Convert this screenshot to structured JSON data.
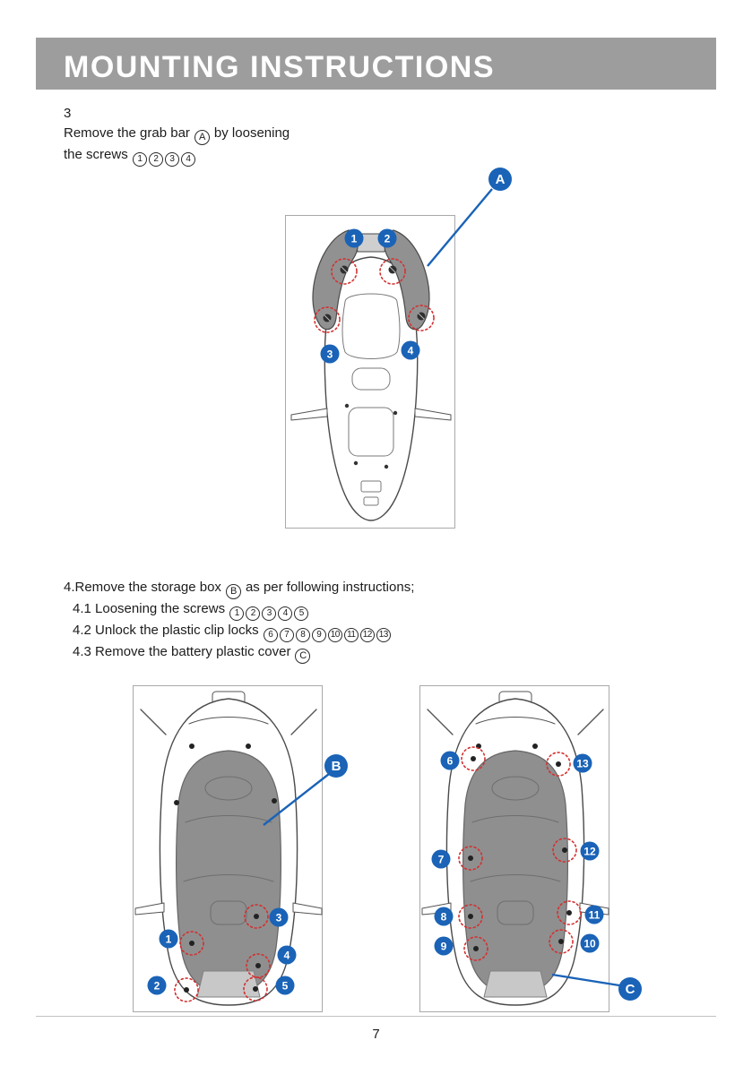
{
  "header": {
    "title": "MOUNTING INSTRUCTIONS"
  },
  "step3": {
    "number": "3",
    "line1_pre": "Remove the grab bar",
    "line1_ref": "A",
    "line1_post": "by loosening",
    "line2_pre": "the screws",
    "line2_nums": [
      "1",
      "2",
      "3",
      "4"
    ]
  },
  "step4": {
    "line0_pre": "4.Remove the storage box",
    "line0_ref": "B",
    "line0_post": "as per following instructions;",
    "line1_pre": "4.1 Loosening the screws",
    "line1_nums": [
      "1",
      "2",
      "3",
      "4",
      "5"
    ],
    "line2_pre": "4.2 Unlock the plastic clip locks",
    "line2_nums": [
      "6",
      "7",
      "8",
      "9",
      "10",
      "11",
      "12",
      "13"
    ],
    "line3_pre": "4.3 Remove the battery plastic cover",
    "line3_ref": "C"
  },
  "figures": {
    "fig1": {
      "callout": "A",
      "badges": [
        "1",
        "2",
        "3",
        "4"
      ]
    },
    "fig2": {
      "callout": "B",
      "badges": [
        "1",
        "2",
        "3",
        "4",
        "5"
      ]
    },
    "fig3": {
      "callout": "C",
      "badges": [
        "6",
        "7",
        "8",
        "9",
        "10",
        "11",
        "12",
        "13"
      ]
    }
  },
  "footer": {
    "page_number": "7"
  },
  "colors": {
    "accent_blue": "#1a63b7",
    "header_gray": "#9d9d9d",
    "diagram_gray": "#8f8f8f",
    "screw_circle_red": "#d43030"
  }
}
